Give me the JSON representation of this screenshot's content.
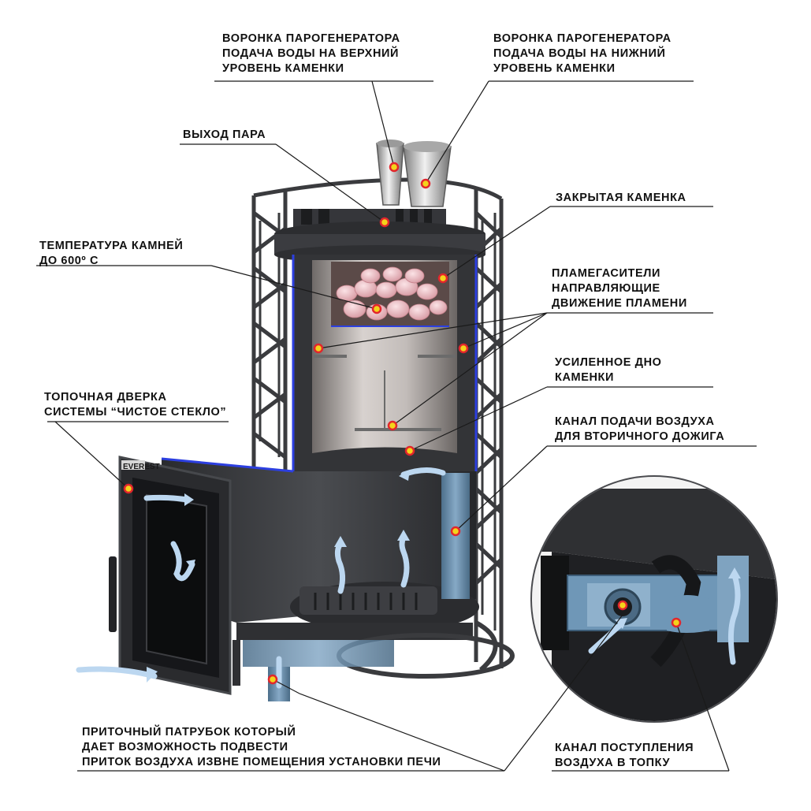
{
  "colors": {
    "steel_dark": "#2f3033",
    "steel_mid": "#46484c",
    "steel_light": "#7b7d82",
    "stainless": "#c9c4c1",
    "blue_glow": "#2c3fe0",
    "duct_blue": "#6f97b7",
    "stones": "#e8b9c0",
    "marker_fill": "#f4d31b",
    "marker_ring": "#e2262c",
    "arrow": "#bcd7f0",
    "leader": "#1a1a1a"
  },
  "brand": {
    "logo_text": "EVEREST"
  },
  "callouts": {
    "upper_funnel": [
      "ВОРОНКА ПАРОГЕНЕРАТОРА",
      "ПОДАЧА ВОДЫ НА ВЕРХНИЙ",
      "УРОВЕНЬ КАМЕНКИ"
    ],
    "lower_funnel": [
      "ВОРОНКА ПАРОГЕНЕРАТОРА",
      "ПОДАЧА ВОДЫ НА НИЖНИЙ",
      "УРОВЕНЬ КАМЕНКИ"
    ],
    "steam_outlet": [
      "ВЫХОД ПАРА"
    ],
    "closed_heater": [
      "ЗАКРЫТАЯ КАМЕНКА"
    ],
    "stone_temp": [
      "ТЕМПЕРАТУРА КАМНЕЙ",
      "ДО 600º С"
    ],
    "flame_arresters": [
      "ПЛАМЕГАСИТЕЛИ",
      "НАПРАВЛЯЮЩИЕ",
      "ДВИЖЕНИЕ ПЛАМЕНИ"
    ],
    "reinforced_bottom": [
      "УСИЛЕННОЕ ДНО",
      "КАМЕНКИ"
    ],
    "fire_door": [
      "ТОПОЧНАЯ ДВЕРКА",
      "СИСТЕМЫ “ЧИСТОЕ СТЕКЛО”"
    ],
    "secondary_air": [
      "КАНАЛ ПОДАЧИ ВОЗДУХА",
      "ДЛЯ ВТОРИЧНОГО ДОЖИГА"
    ],
    "intake_pipe": [
      "ПРИТОЧНЫЙ ПАТРУБОК КОТОРЫЙ",
      "ДАЕТ ВОЗМОЖНОСТЬ ПОДВЕСТИ",
      "ПРИТОК ВОЗДУХА ИЗВНЕ ПОМЕЩЕНИЯ УСТАНОВКИ ПЕЧИ"
    ],
    "firebox_air": [
      "КАНАЛ ПОСТУПЛЕНИЯ",
      "ВОЗДУХА В ТОПКУ"
    ]
  }
}
